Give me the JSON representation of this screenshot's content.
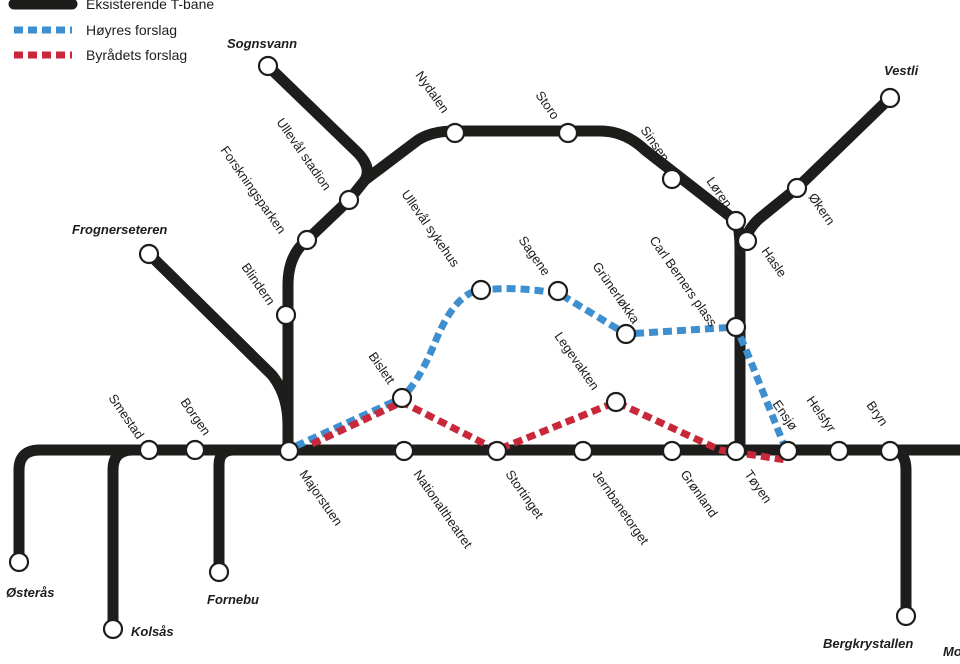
{
  "colors": {
    "existing": "#1d1d1b",
    "hoyre": "#3d8fcf",
    "byradet": "#c8283a",
    "background": "#ffffff"
  },
  "legend": {
    "existing": "Eksisterende T-bane",
    "hoyre": "Høyres forslag",
    "byradet": "Byrådets forslag"
  },
  "terminals": {
    "sognsvann": "Sognsvann",
    "vestli": "Vestli",
    "frognerseteren": "Frognerseteren",
    "osteras": "Østerås",
    "kolsas": "Kolsås",
    "fornebu": "Fornebu",
    "bergkrystallen": "Bergkrystallen",
    "mortensrud": "Mo"
  },
  "stations": {
    "nydalen": "Nydalen",
    "storo": "Storo",
    "sinsen": "Sinsen",
    "ulleval_stadion": "Ullevål stadion",
    "forskningsparken": "Forskningsparken",
    "blindern": "Blindern",
    "loren": "Løren",
    "okern": "Økern",
    "hasle": "Hasle",
    "carl_berners": "Carl Berners plass",
    "ulleval_sykehus": "Ullevål sykehus",
    "sagene": "Sagene",
    "grunerlokka": "Grünerløkka",
    "legevakten": "Legevakten",
    "bislett": "Bislett",
    "smestad": "Smestad",
    "borgen": "Borgen",
    "majorstuen": "Majorstuen",
    "nationaltheatret": "Nationaltheatret",
    "stortinget": "Stortinget",
    "jernbanetorget": "Jernbanetorget",
    "gronland": "Grønland",
    "toyen": "Tøyen",
    "ensjo": "Ensjø",
    "helsfyr": "Helsfyr",
    "bryn": "Bryn"
  }
}
